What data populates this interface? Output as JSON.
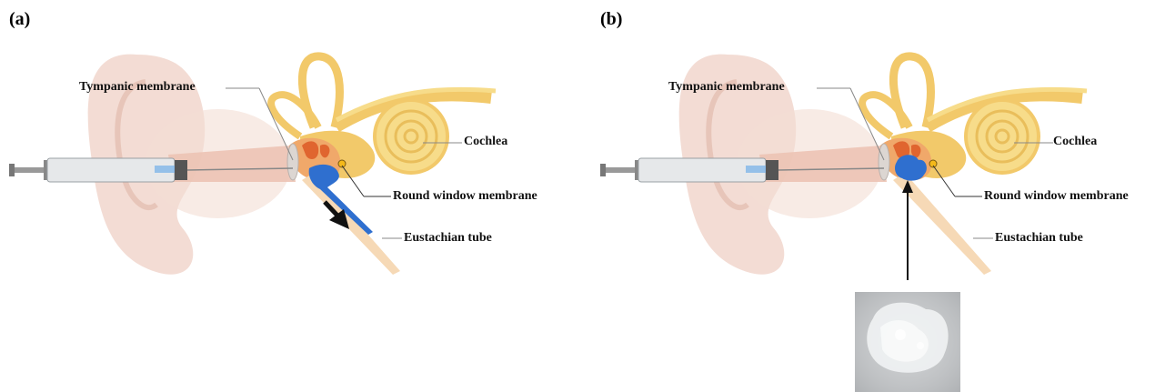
{
  "panels": [
    {
      "id": "a",
      "label": "(a)",
      "labels": {
        "tympanic": "Tympanic membrane",
        "cochlea": "Cochlea",
        "round_window": "Round window membrane",
        "eustachian": "Eustachian tube"
      }
    },
    {
      "id": "b",
      "label": "(b)",
      "labels": {
        "tympanic": "Tympanic membrane",
        "cochlea": "Cochlea",
        "round_window": "Round window membrane",
        "eustachian": "Eustachian tube"
      }
    }
  ],
  "colors": {
    "ear": "#f1d6cc",
    "canal": "#ecc3b4",
    "bone": "#f2c96a",
    "bone_light": "#f7dc8a",
    "middle_ear": "#f0a86a",
    "ossicle": "#e0652f",
    "fluid": "#2f6fcf",
    "tube": "#f6d9b6",
    "syringe": "#e6e8ea",
    "arrow": "#111111"
  }
}
